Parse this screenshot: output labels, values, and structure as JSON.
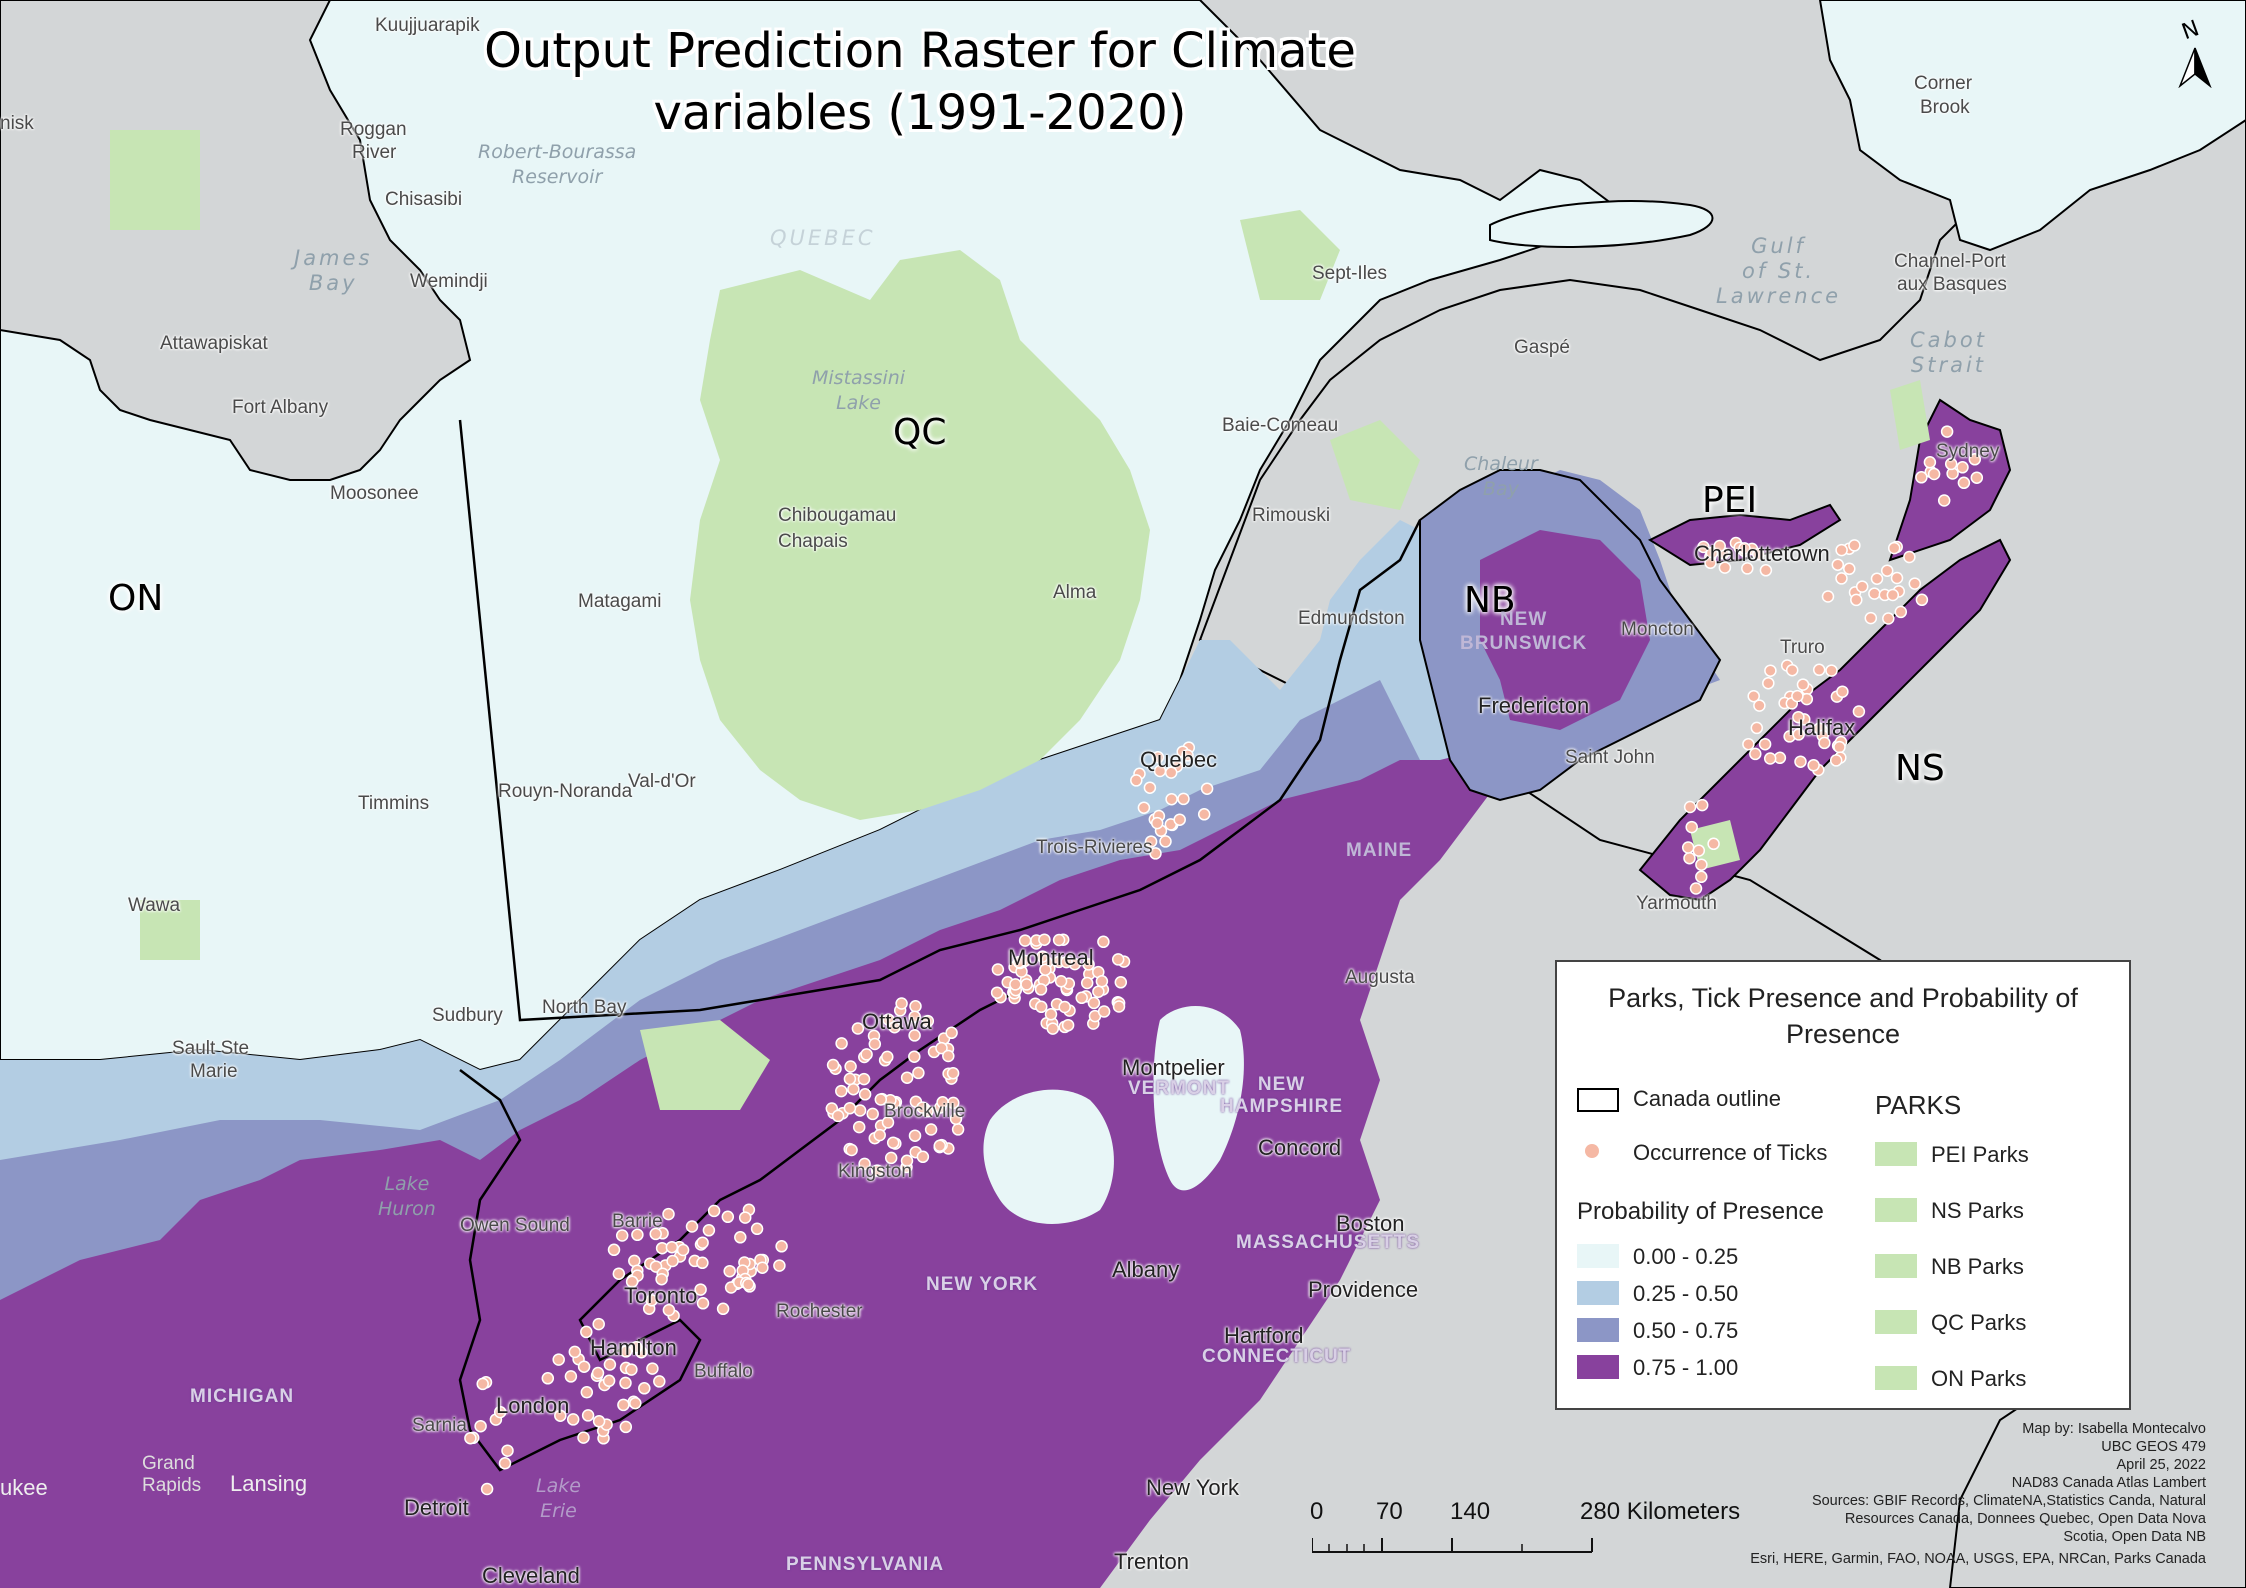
{
  "title": "Output Prediction Raster for Climate variables (1991-2020)",
  "provinces": {
    "on": "ON",
    "qc": "QC",
    "nb": "NB",
    "pei": "PEI",
    "ns": "NS"
  },
  "places": {
    "kuujjuarapik": "Kuujjuarapik",
    "roggan": "Roggan",
    "river": "River",
    "chisasibi": "Chisasibi",
    "wemindji": "Wemindji",
    "attawapiskat": "Attawapiskat",
    "fort_albany": "Fort Albany",
    "moosonee": "Moosonee",
    "chibougamau": "Chibougamau",
    "chapais": "Chapais",
    "matagami": "Matagami",
    "alma": "Alma",
    "timmins": "Timmins",
    "rouyn_noranda": "Rouyn-Noranda",
    "val_dor": "Val-d'Or",
    "wawa": "Wawa",
    "sudbury": "Sudbury",
    "north_bay": "North Bay",
    "sault_ste": "Sault Ste",
    "marie": "Marie",
    "ottawa": "Ottawa",
    "montreal": "Montreal",
    "trois_rivieres": "Trois-Rivieres",
    "quebec": "Quebec",
    "brockville": "Brockville",
    "kingston": "Kingston",
    "barrie": "Barrie",
    "owen_sound": "Owen Sound",
    "toronto": "Toronto",
    "hamilton": "Hamilton",
    "buffalo": "Buffalo",
    "london": "London",
    "sarnia": "Sarnia",
    "detroit": "Detroit",
    "cleveland": "Cleveland",
    "grand": "Grand",
    "rapids": "Rapids",
    "lansing": "Lansing",
    "kee": "ukee",
    "rochester": "Rochester",
    "albany": "Albany",
    "montpelier": "Montpelier",
    "concord": "Concord",
    "boston": "Boston",
    "providence": "Providence",
    "hartford": "Hartford",
    "new_york_city": "New York",
    "trenton": "Trenton",
    "augusta": "Augusta",
    "septiles": "Sept-Iles",
    "baie_comeau": "Baie-Comeau",
    "rimouski": "Rimouski",
    "edmundston": "Edmundston",
    "gaspe": "Gaspé",
    "moncton": "Moncton",
    "fredericton": "Fredericton",
    "saint_john": "Saint John",
    "truro": "Truro",
    "halifax": "Halifax",
    "yarmouth": "Yarmouth",
    "charlottetown": "Charlottetown",
    "sydney": "Sydney",
    "corner": "Corner",
    "brook": "Brook",
    "channel_port": "Channel-Port",
    "aux_basques": "aux Basques",
    "nisk": "nisk"
  },
  "water": {
    "robert_bourassa": [
      "Robert-Bourassa",
      "Reservoir"
    ],
    "james_bay": [
      "James",
      "Bay"
    ],
    "mistassini": [
      "Mistassini",
      "Lake"
    ],
    "gulf": [
      "Gulf",
      "of St.",
      "Lawrence"
    ],
    "cabot": [
      "Cabot",
      "Strait"
    ],
    "chaleur": [
      "Chaleur",
      "Bay"
    ],
    "lake_huron": [
      "Lake",
      "Huron"
    ],
    "lake_erie": [
      "Lake",
      "Erie"
    ],
    "quebec_faint": "QUEBEC"
  },
  "states": {
    "new_brunswick": [
      "NEW",
      "BRUNSWICK"
    ],
    "maine": "MAINE",
    "vermont": "VERMONT",
    "new_hampshire": [
      "NEW",
      "HAMPSHIRE"
    ],
    "massachusetts": "MASSACHUSETTS",
    "new_york": "NEW YORK",
    "connecticut": "CONNECTICUT",
    "michigan": "MICHIGAN",
    "pennsylvania": "PENNSYLVANIA"
  },
  "legend": {
    "title": "Parks, Tick Presence and Probability of Presence",
    "canada_outline": "Canada outline",
    "occurrence": "Occurrence of Ticks",
    "probability_header": "Probability of Presence",
    "classes": [
      {
        "label": "0.00 - 0.25",
        "color": "#e8f6f7"
      },
      {
        "label": "0.25 - 0.50",
        "color": "#b3cde3"
      },
      {
        "label": "0.50 - 0.75",
        "color": "#8c96c6"
      },
      {
        "label": "0.75 - 1.00",
        "color": "#88419d"
      }
    ],
    "parks_header": "PARKS",
    "parks": [
      "PEI Parks",
      "NS Parks",
      "NB Parks",
      "QC Parks",
      "ON Parks"
    ],
    "park_color": "#c7e5b4",
    "tick_color": "#f5b8a4"
  },
  "credits": [
    "Map by: Isabella Montecalvo",
    "UBC GEOS 479",
    "April 25, 2022",
    "NAD83 Canada Atlas Lambert",
    "Sources: GBIF Records, ClimateNA,Statistics Canda, Natural",
    "Resources Canada, Donnees Quebec, Open Data Nova",
    "Scotia, Open Data NB",
    "Esri, HERE, Garmin, FAO, NOAA, USGS, EPA, NRCan, Parks Canada"
  ],
  "scale": {
    "labels": [
      "0",
      "70",
      "140",
      "280 Kilometers"
    ]
  },
  "north": "N"
}
